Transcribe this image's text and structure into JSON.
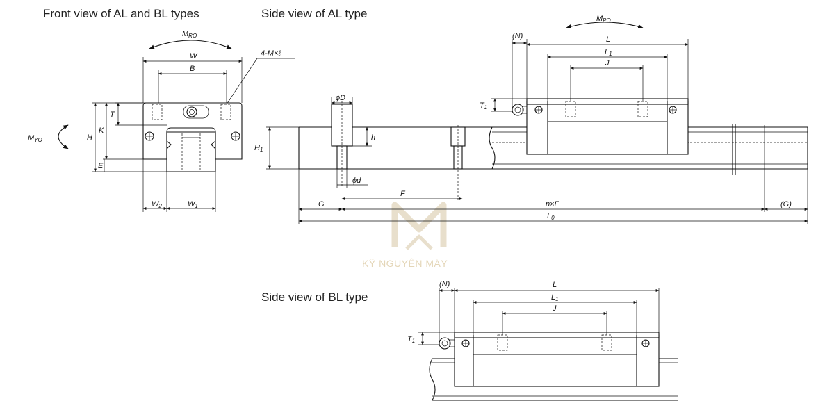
{
  "titles": {
    "front": "Front view of AL and BL types",
    "side_al": "Side view of AL type",
    "side_bl": "Side view of BL type"
  },
  "front_labels": {
    "mro": "M",
    "mro_sub": "RO",
    "w": "W",
    "b": "B",
    "mhole": "4-M×ℓ",
    "t": "T",
    "k": "K",
    "h": "H",
    "e": "E",
    "myo": "M",
    "myo_sub": "YO",
    "w2": "W",
    "w2_sub": "2",
    "w1": "W",
    "w1_sub": "1"
  },
  "al_labels": {
    "mpo": "M",
    "mpo_sub": "PO",
    "n": "(N)",
    "l": "L",
    "l1": "L",
    "l1_sub": "1",
    "j": "J",
    "t1": "T",
    "t1_sub": "1",
    "phid": "ϕD",
    "h": "h",
    "h1": "H",
    "h1_sub": "1",
    "phid_small": "ϕd",
    "f": "F",
    "g": "G",
    "nf": "n×F",
    "g_paren": "(G)",
    "l0": "L",
    "l0_sub": "0"
  },
  "bl_labels": {
    "n": "(N)",
    "l": "L",
    "l1": "L",
    "l1_sub": "1",
    "j": "J",
    "t1": "T",
    "t1_sub": "1"
  },
  "watermark": {
    "text": "KỸ NGUYÊN MÁY"
  }
}
